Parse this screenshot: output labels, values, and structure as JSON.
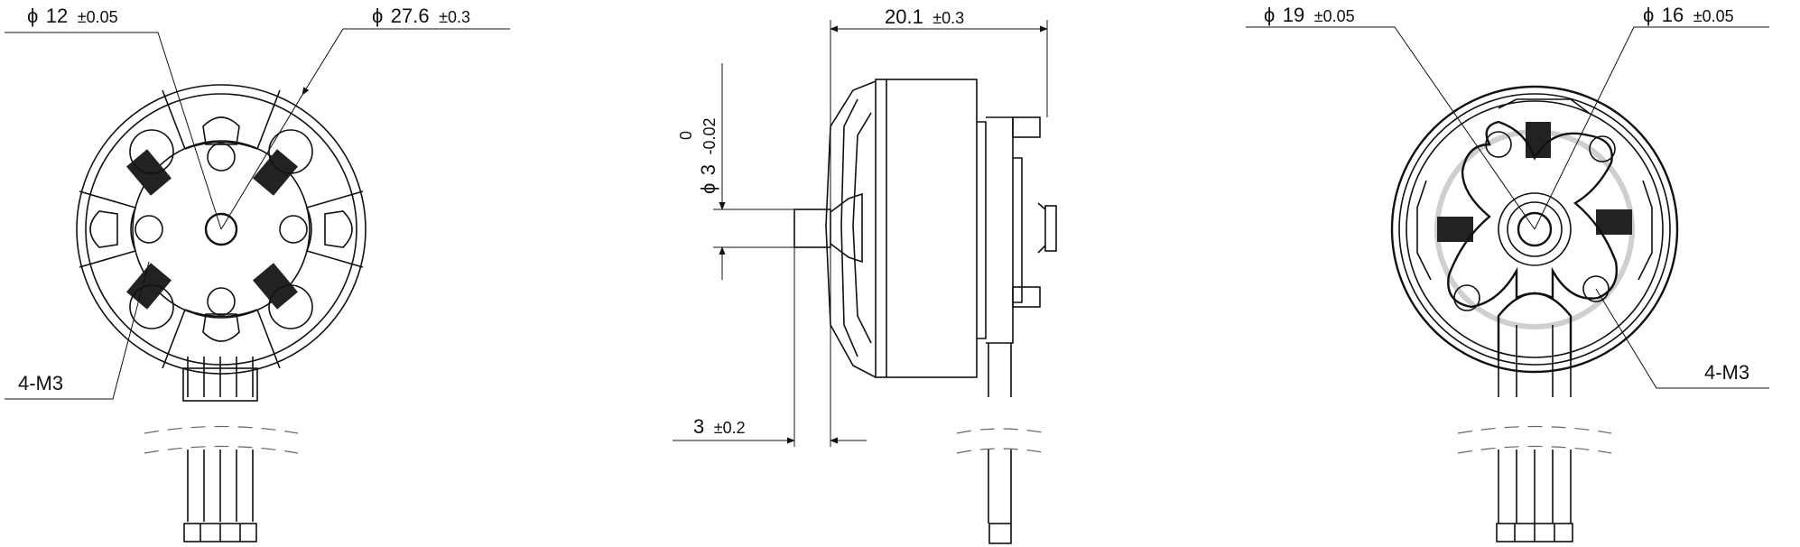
{
  "diagram": {
    "front_view": {
      "shaft_diameter": {
        "symbol": "ϕ",
        "value": "12",
        "tolerance": "±0.05"
      },
      "outer_diameter": {
        "symbol": "ϕ",
        "value": "27.6",
        "tolerance": "±0.3"
      },
      "mount_holes": "4-M3"
    },
    "side_view": {
      "length": {
        "value": "20.1",
        "tolerance": "±0.3"
      },
      "shaft": {
        "symbol": "ϕ",
        "value": "3",
        "upper": "0",
        "lower": "-0.02"
      },
      "shaft_length": {
        "value": "3",
        "tolerance": "±0.2"
      }
    },
    "rear_view": {
      "outer_bolt_circle": {
        "symbol": "ϕ",
        "value": "19",
        "tolerance": "±0.05"
      },
      "inner_bolt_circle": {
        "symbol": "ϕ",
        "value": "16",
        "tolerance": "±0.05"
      },
      "mount_holes": "4-M3"
    }
  }
}
